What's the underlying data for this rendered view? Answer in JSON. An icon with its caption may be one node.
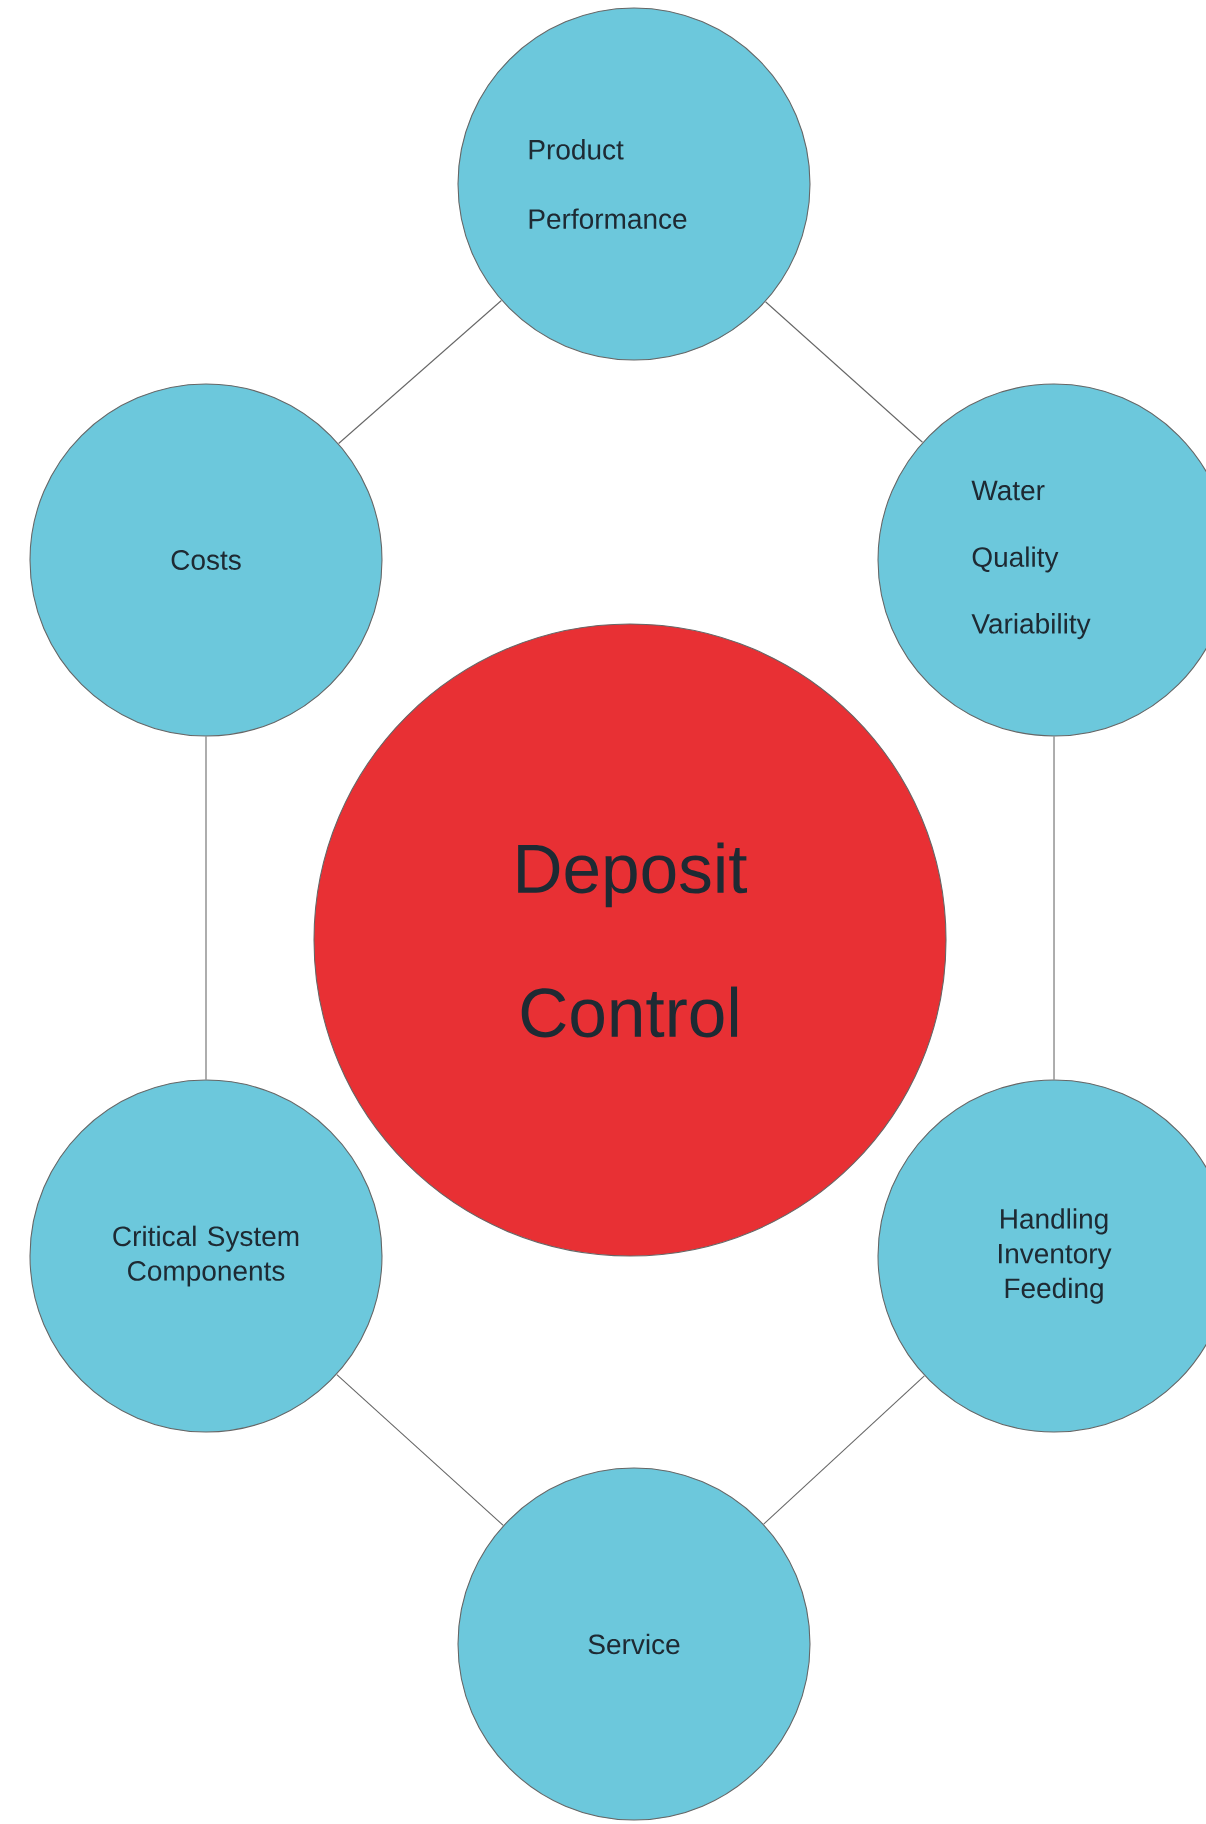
{
  "diagram": {
    "nodes": [
      {
        "text": [
          "Product Performance"
        ]
      },
      {
        "text": [
          "Costs"
        ]
      },
      {
        "text": [
          "Water Quality Variability"
        ]
      },
      {
        "text": [
          "Deposit Control"
        ]
      },
      {
        "text": [
          "Critical System Components"
        ]
      },
      {
        "text": [
          "Handling Inventory Feeding"
        ]
      },
      {
        "text": [
          "Service"
        ]
      }
    ],
    "edges": [
      {
        "from": 0,
        "to": 1,
        "arrow": "none"
      },
      {
        "from": 0,
        "to": 2,
        "arrow": "none"
      },
      {
        "from": 1,
        "to": 4,
        "arrow": "none"
      },
      {
        "from": 2,
        "to": 5,
        "arrow": "none"
      },
      {
        "from": 4,
        "to": 6,
        "arrow": "none"
      },
      {
        "from": 5,
        "to": 6,
        "arrow": "none"
      }
    ]
  }
}
